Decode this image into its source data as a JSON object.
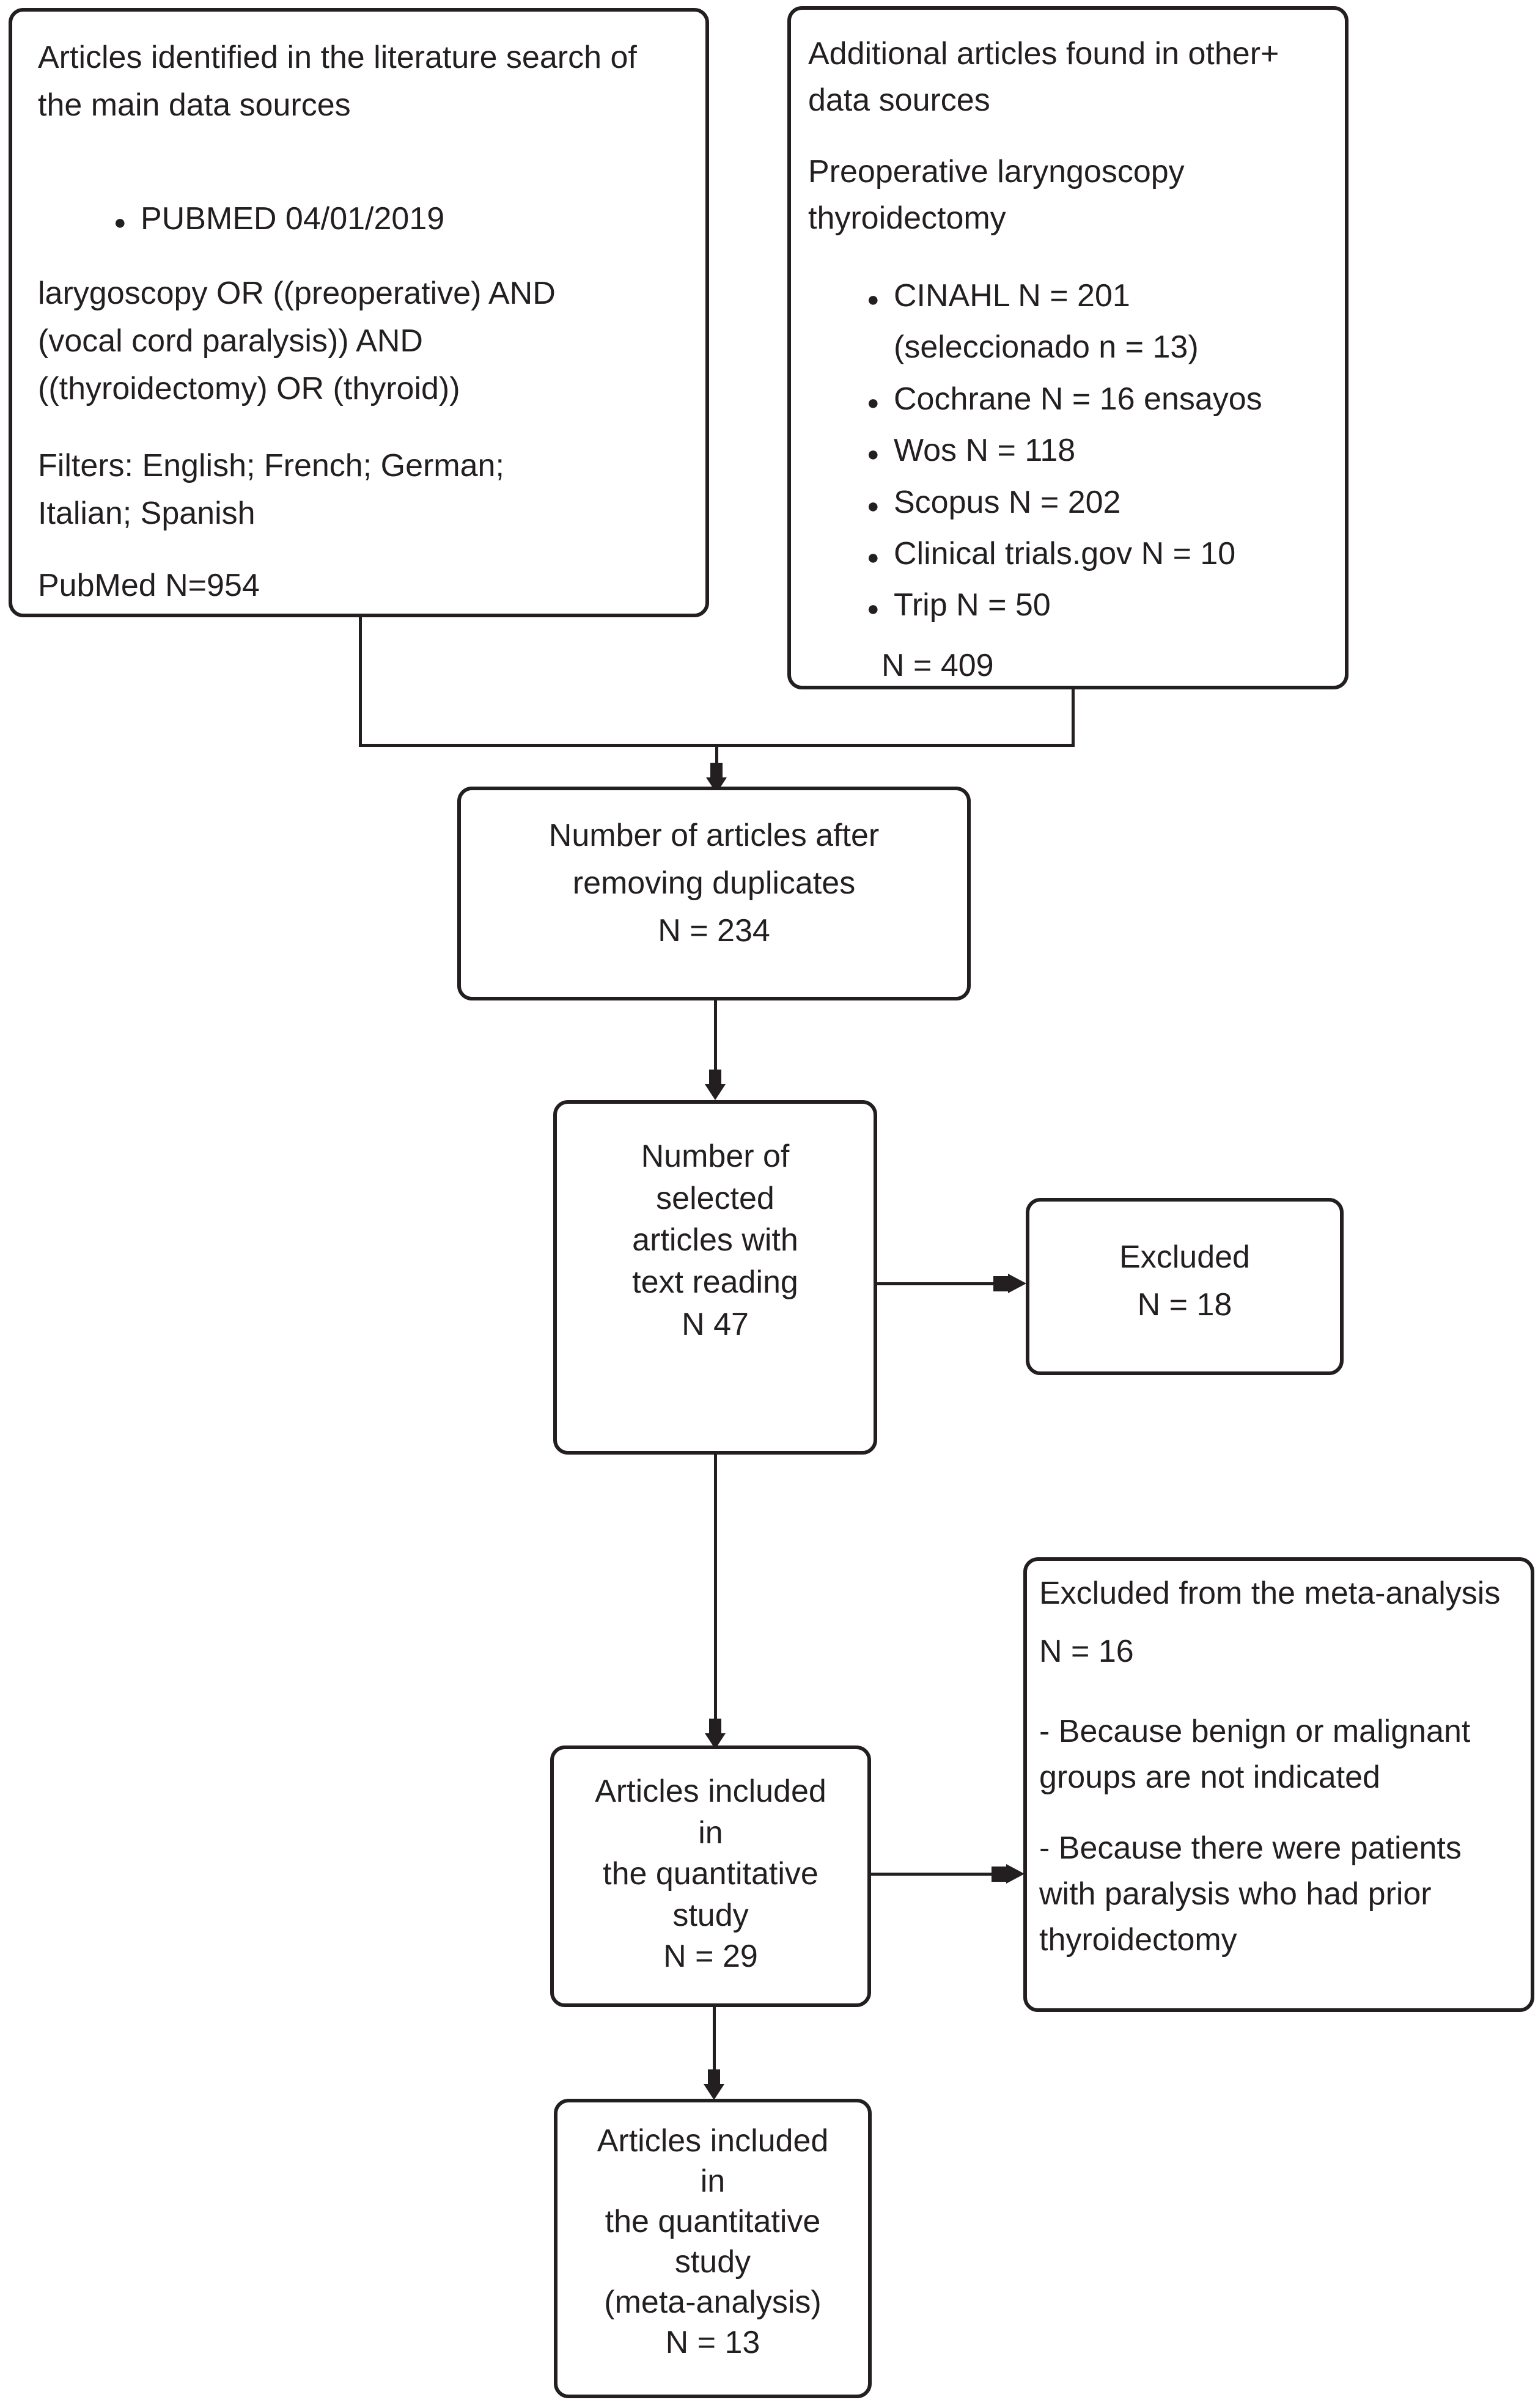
{
  "colors": {
    "ink": "#231f20",
    "paper": "#ffffff"
  },
  "boxes": {
    "main_sources": {
      "title": "Articles identified in the literature search of\nthe main data sources",
      "bullet_item": "PUBMED 04/01/2019",
      "query": "larygoscopy OR ((preoperative) AND\n(vocal cord paralysis)) AND\n((thyroidectomy) OR (thyroid))",
      "filters": "Filters: English; French; German;\nItalian; Spanish",
      "total": "PubMed N=954"
    },
    "other_sources": {
      "title": "Additional articles found in other+\ndata sources",
      "subtitle": "Preoperative laryngoscopy\nthyroidectomy",
      "items": [
        {
          "label": "CINAHL N = 201",
          "sub": "(seleccionado n = 13)"
        },
        {
          "label": "Cochrane N = 16 ensayos"
        },
        {
          "label": "Wos N = 118"
        },
        {
          "label": "Scopus N = 202"
        },
        {
          "label": "Clinical trials.gov N = 10"
        },
        {
          "label": "Trip N = 50"
        }
      ],
      "total": "N = 409"
    },
    "duplicates": {
      "text": "Number of articles after\nremoving duplicates\nN = 234"
    },
    "text_reading": {
      "text": "Number of selected\narticles with\ntext reading\nN 47"
    },
    "excluded": {
      "text": "Excluded\nN = 18"
    },
    "quantitative": {
      "text": "Articles included in\nthe quantitative\nstudy\nN = 29"
    },
    "meta_excluded": {
      "title": "Excluded from the meta-analysis",
      "count": "N = 16",
      "reason1": "- Because benign or malignant\ngroups are not indicated",
      "reason2": "- Because there were patients\nwith paralysis who had prior\nthyroidectomy"
    },
    "meta_included": {
      "text": "Articles included in\nthe quantitative\nstudy\n(meta-analysis)\nN = 13"
    }
  }
}
